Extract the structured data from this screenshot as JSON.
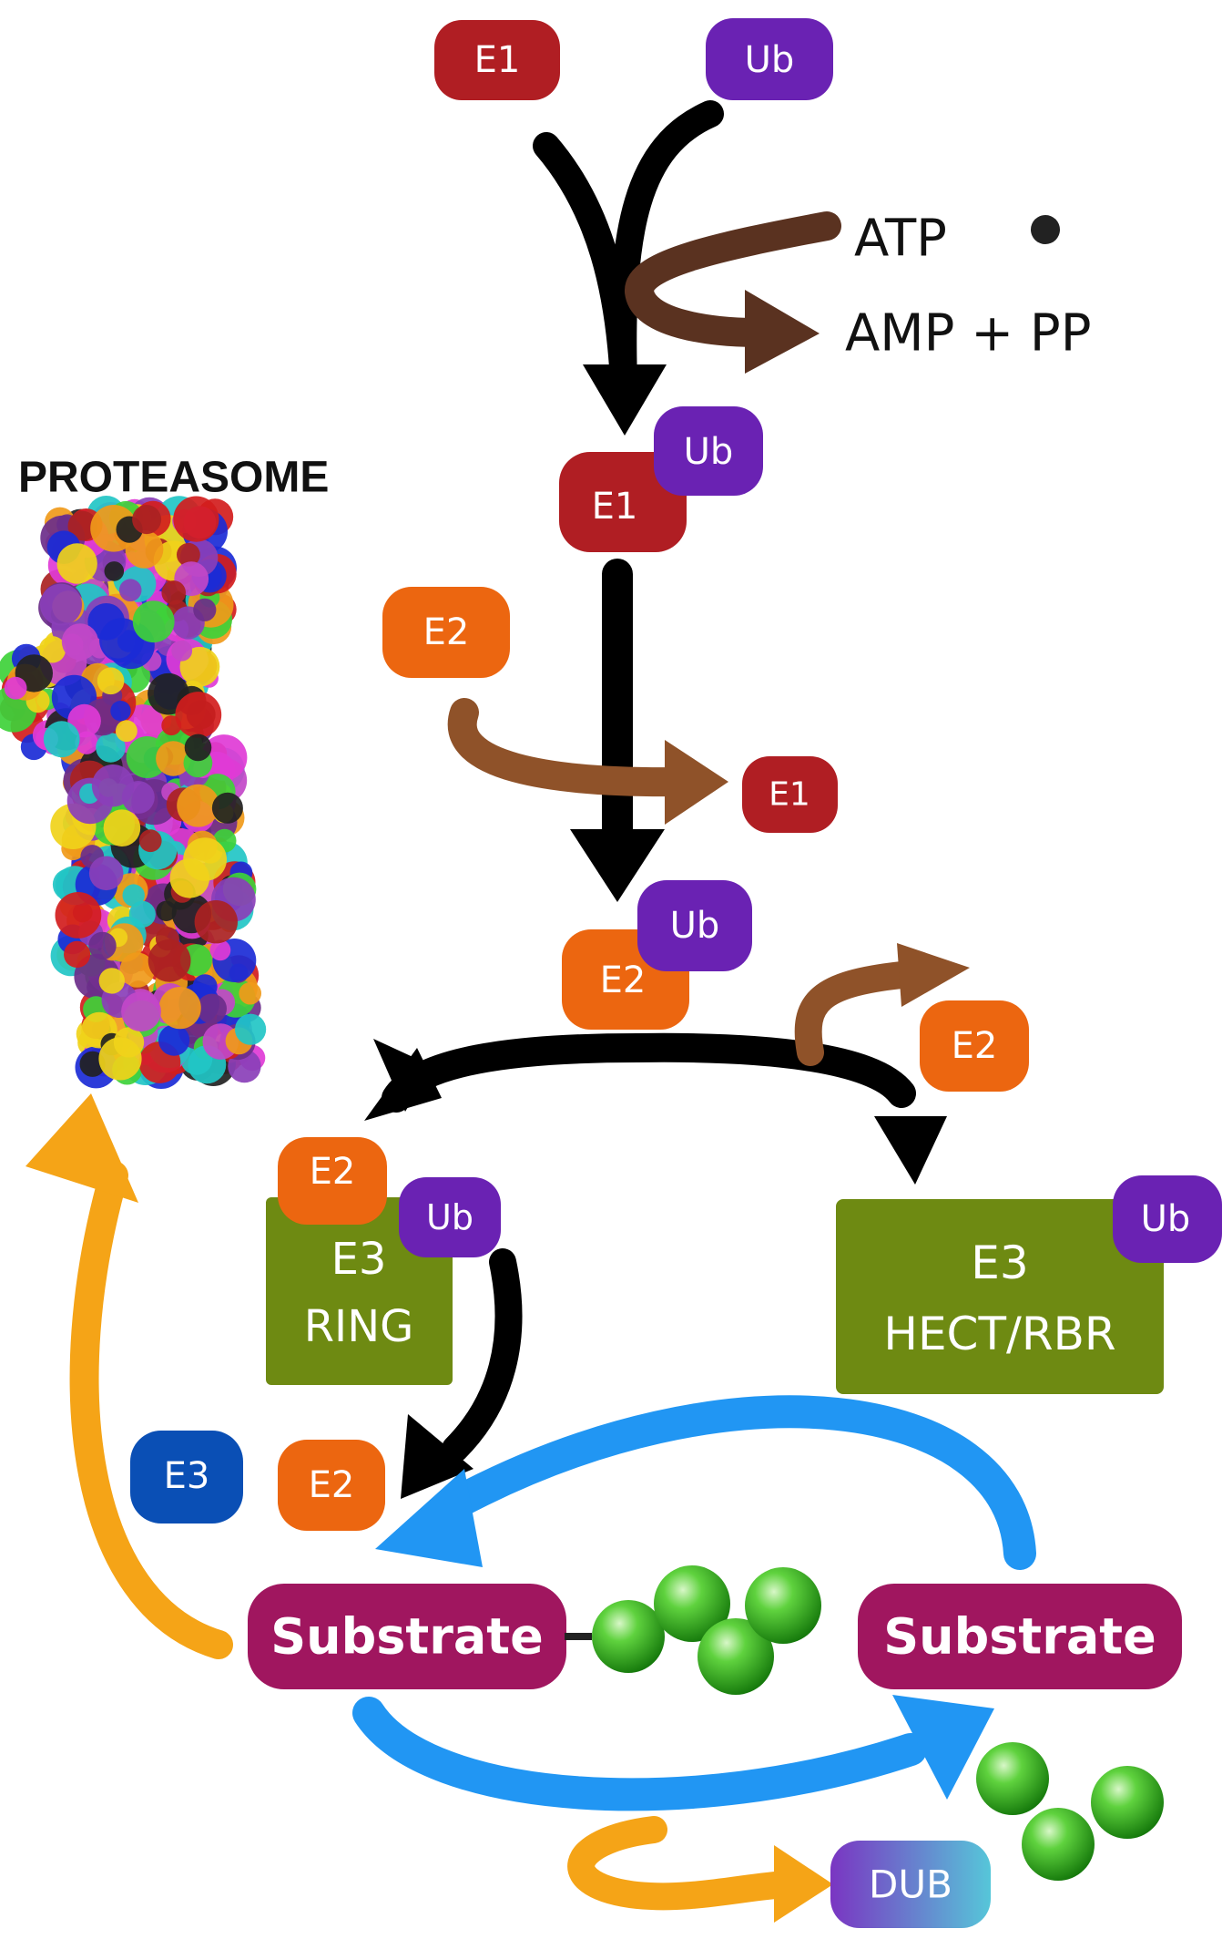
{
  "colors": {
    "e1": "#b01e23",
    "ub": "#6a22b3",
    "e2": "#ec6610",
    "e3_box": "#6e8a12",
    "e3_small": "#0a4fb5",
    "substrate": "#a0165f",
    "dub_start": "#7a35c2",
    "dub_end": "#56c6d9",
    "black_arrow": "#000000",
    "brown_arrow": "#5a3220",
    "light_brown_arrow": "#8f5229",
    "blue_arrow": "#2196f3",
    "orange_arrow": "#f5a417",
    "ubiquitin_ball": "#2fae1c"
  },
  "labels": {
    "proteasome": "PROTEASOME",
    "e1": "E1",
    "ub": "Ub",
    "e2": "E2",
    "e3": "E3",
    "atp": "ATP",
    "amp_pp": "AMP + PP",
    "e3_ring_line1": "E3",
    "e3_ring_line2": "RING",
    "e3_hect_line1": "E3",
    "e3_hect_line2": "HECT/RBR",
    "substrate": "Substrate",
    "dub": "DUB"
  },
  "icons": {
    "proteasome": "proteasome-structure-image",
    "ubiquitin_chain": "ubiquitin-chain-spheres",
    "free_ubiquitin": "free-ubiquitin-spheres",
    "dot": "black-dot"
  }
}
